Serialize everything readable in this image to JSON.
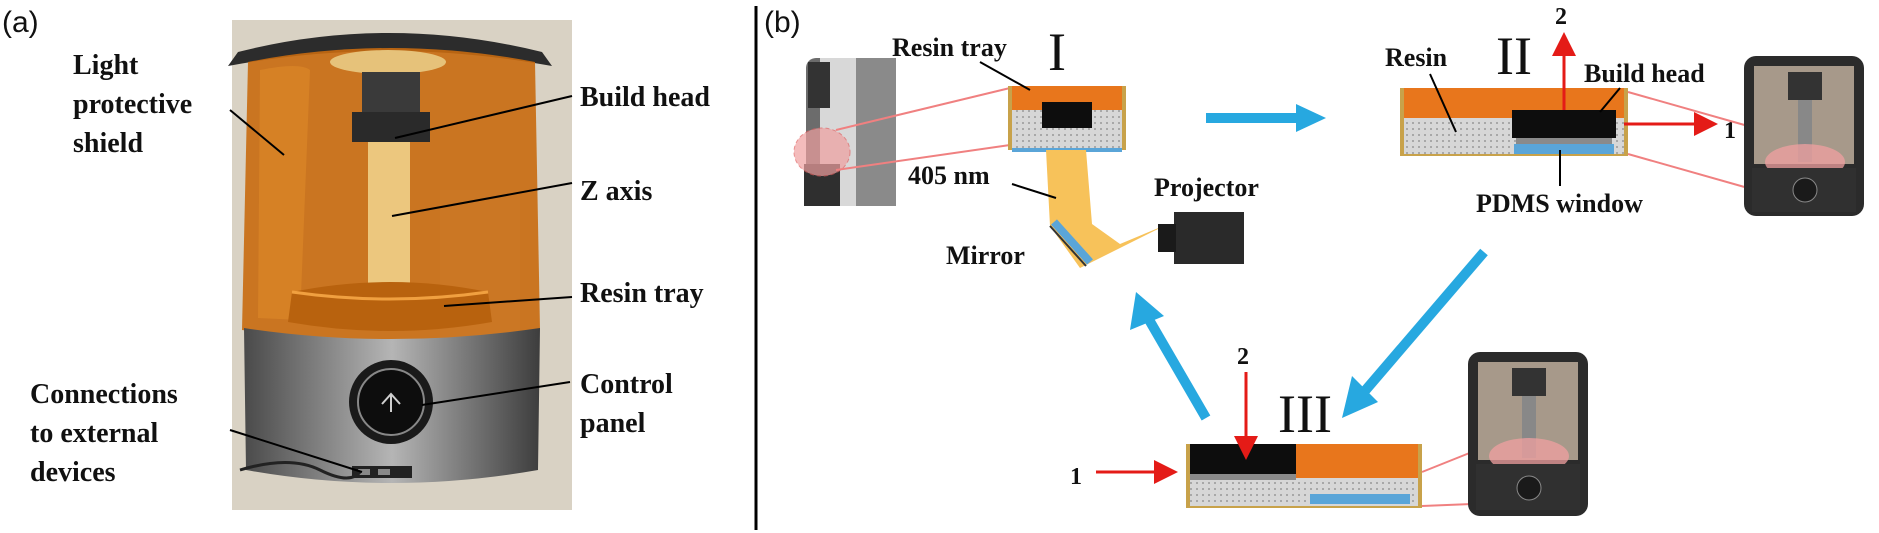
{
  "panel_a": {
    "tag": "(a)",
    "labels": {
      "shield_line1": "Light",
      "shield_line2": "protective",
      "shield_line3": "shield",
      "build_head": "Build head",
      "z_axis": "Z axis",
      "resin_tray": "Resin tray",
      "control_line1": "Control",
      "control_line2": "panel",
      "connections_line1": "Connections",
      "connections_line2": "to external",
      "connections_line3": "devices"
    }
  },
  "panel_b": {
    "tag": "(b)",
    "stage_I": {
      "numeral": "I",
      "resin_tray": "Resin tray",
      "wavelength": "405 nm",
      "projector": "Projector",
      "mirror": "Mirror"
    },
    "stage_II": {
      "numeral": "II",
      "resin": "Resin",
      "build_head": "Build head",
      "pdms_window": "PDMS window",
      "motion_up": "2",
      "motion_right": "1"
    },
    "stage_III": {
      "numeral": "III",
      "motion_down": "2",
      "motion_in": "1"
    }
  },
  "colors": {
    "resin": "#e8761c",
    "build_head": "#0d0d0d",
    "pdms_window": "#5aa5d8",
    "cycle_arrow": "#27a8e0",
    "motion_arrow": "#e41b17",
    "light_beam": "#f7c25a",
    "shield": "#c86a10",
    "tray_frame": "#c8a24a"
  }
}
